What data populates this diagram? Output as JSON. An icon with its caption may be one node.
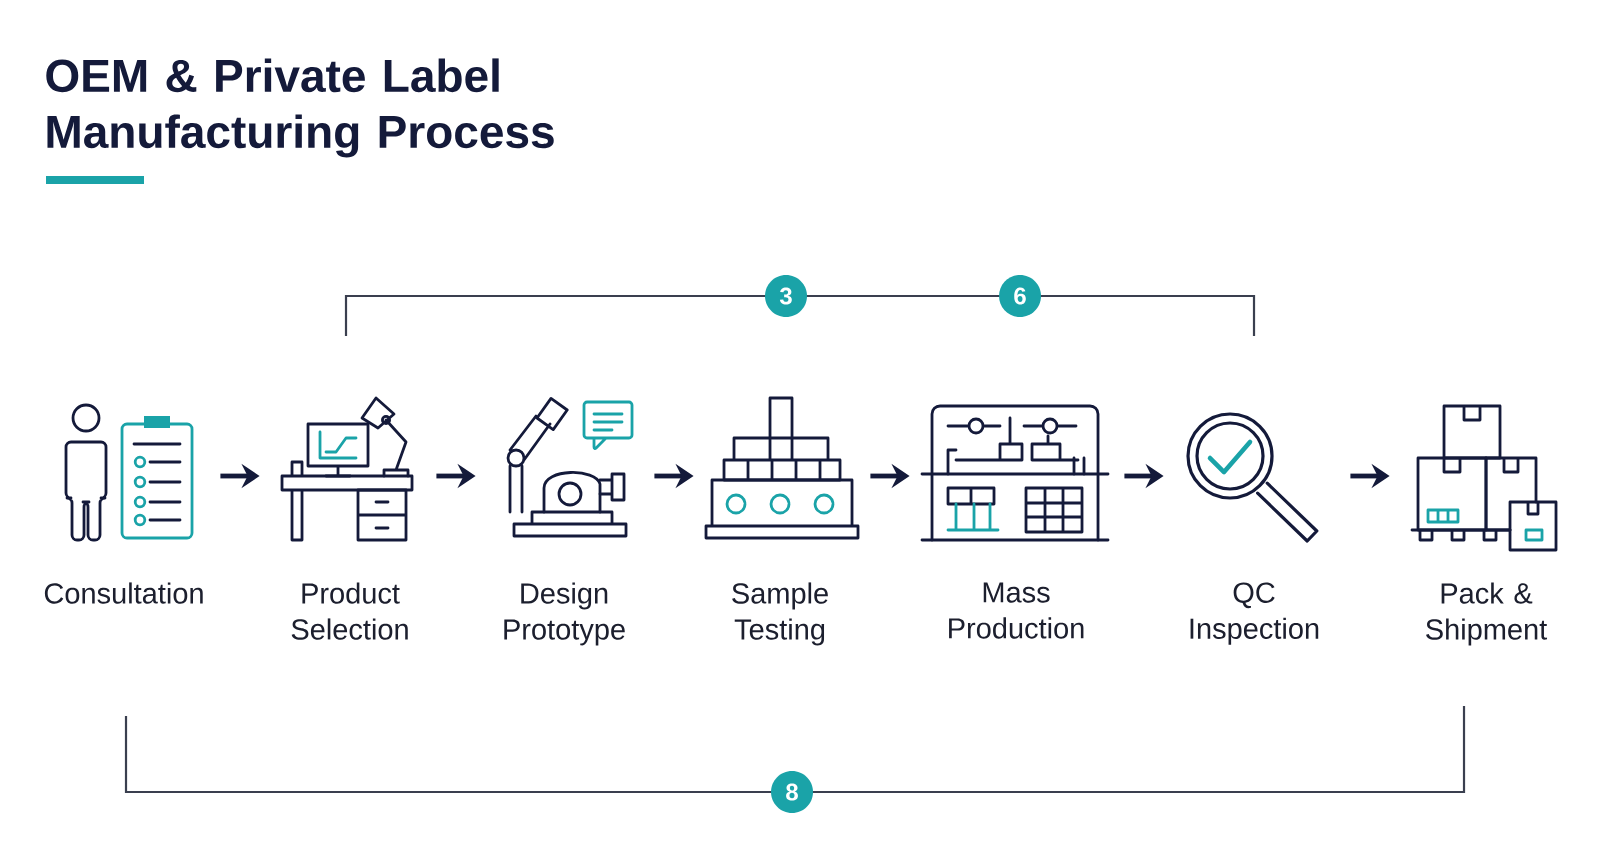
{
  "diagram": {
    "title": "OEM & Private Label Manufacturing Process",
    "nodes": [
      {
        "text": [
          "3"
        ]
      },
      {
        "text": [
          "6"
        ]
      },
      {
        "text": [
          "Consultation"
        ]
      },
      {
        "text": [
          "Product Selection"
        ]
      },
      {
        "text": [
          "Design Prototype"
        ]
      },
      {
        "text": [
          "Sample Testing"
        ]
      },
      {
        "text": [
          "Mass Production"
        ]
      },
      {
        "text": [
          "QC Inspection"
        ]
      },
      {
        "text": [
          "Pack & Shipment"
        ]
      },
      {
        "text": [
          "8"
        ]
      }
    ],
    "edges": [
      {
        "from": 2,
        "to": 3,
        "arrow": "to"
      },
      {
        "from": 3,
        "to": 4,
        "arrow": "to"
      },
      {
        "from": 4,
        "to": 5,
        "arrow": "to"
      },
      {
        "from": 5,
        "to": 6,
        "arrow": "to"
      },
      {
        "from": 6,
        "to": 7,
        "arrow": "to"
      },
      {
        "from": 7,
        "to": 8,
        "arrow": "to"
      }
    ]
  }
}
